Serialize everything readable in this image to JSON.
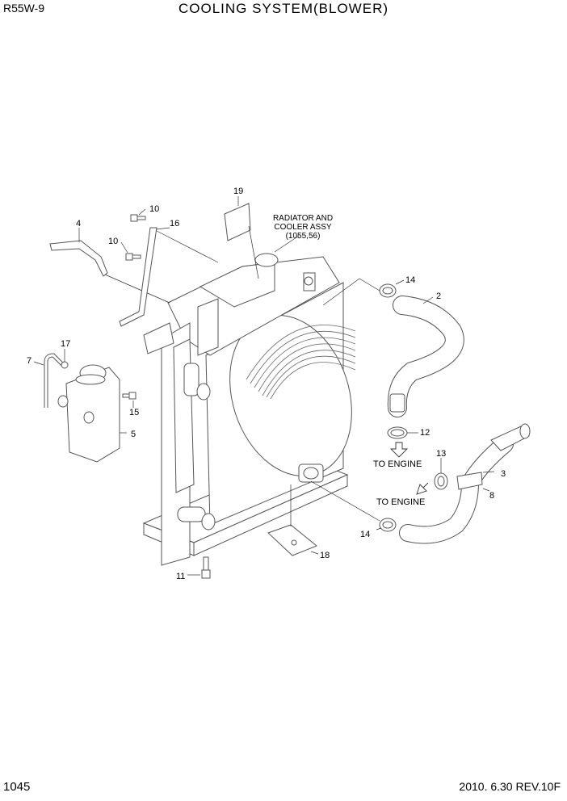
{
  "header": {
    "model": "R55W-9",
    "title": "COOLING SYSTEM(BLOWER)"
  },
  "footer": {
    "page_number": "1045",
    "revision": "2010. 6.30  REV.10F"
  },
  "callouts": {
    "p2": "2",
    "p3": "3",
    "p4": "4",
    "p5": "5",
    "p7": "7",
    "p8": "8",
    "p10a": "10",
    "p10b": "10",
    "p11": "11",
    "p12": "12",
    "p13": "13",
    "p14a": "14",
    "p14b": "14",
    "p15": "15",
    "p16": "16",
    "p17": "17",
    "p18": "18",
    "p19": "19"
  },
  "notes": {
    "radiator_line1": "RADIATOR AND",
    "radiator_line2": "COOLER ASSY",
    "radiator_line3": "(1055,56)",
    "to_engine_1": "TO ENGINE",
    "to_engine_2": "TO ENGINE"
  }
}
